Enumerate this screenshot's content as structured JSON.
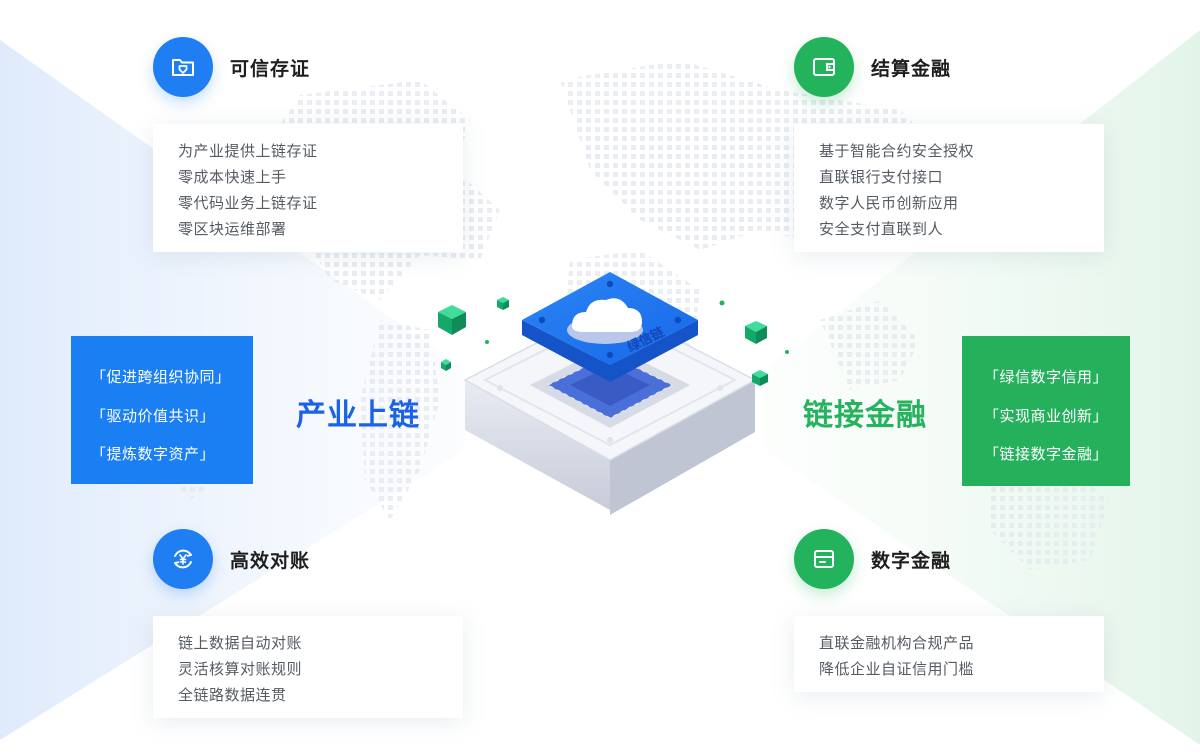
{
  "colors": {
    "blue": "#1f7ff2",
    "green": "#24b35d",
    "text_dark": "#1e1e1e",
    "text_gray": "#555b63"
  },
  "features": {
    "top_left": {
      "title": "可信存证",
      "icon": "folder-shield-icon",
      "lines": [
        "为产业提供上链存证",
        "零成本快速上手",
        "零代码业务上链存证",
        "零区块运维部署"
      ]
    },
    "top_right": {
      "title": "结算金融",
      "icon": "wallet-icon",
      "lines": [
        "基于智能合约安全授权",
        "直联银行支付接口",
        "数字人民币创新应用",
        "安全支付直联到人"
      ]
    },
    "bottom_left": {
      "title": "高效对账",
      "icon": "yuan-refresh-icon",
      "lines": [
        "链上数据自动对账",
        "灵活核算对账规则",
        "全链路数据连贯"
      ]
    },
    "bottom_right": {
      "title": "数字金融",
      "icon": "card-icon",
      "lines": [
        "直联金融机构合规产品",
        "降低企业自证信用门槛"
      ]
    }
  },
  "industry_panel": {
    "items": [
      "「促进跨组织协同」",
      "「驱动价值共识」",
      "「提炼数字资产」"
    ],
    "label": "产业上链"
  },
  "finance_panel": {
    "items": [
      "「绿信数字信用」",
      "「实现商业创新」",
      "「链接数字金融」"
    ],
    "label": "链接金融"
  },
  "center": {
    "chip_label": "绿信链",
    "icon": "cloud-chip-icon"
  }
}
